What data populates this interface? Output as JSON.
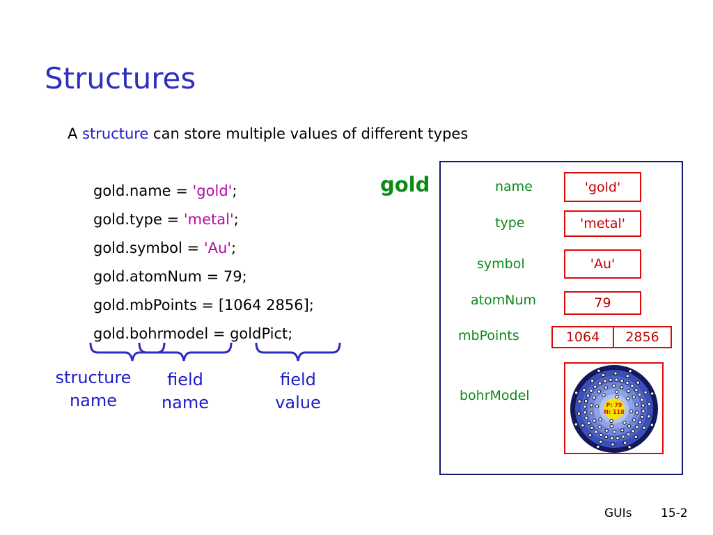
{
  "slide": {
    "title": "Structures",
    "intro": {
      "before": "A ",
      "keyword": "structure",
      "after": " can store multiple values of different types"
    },
    "code": [
      {
        "prefix": "gold.name = ",
        "string": "'gold'",
        "suffix": ";"
      },
      {
        "prefix": "gold.type = ",
        "string": "'metal'",
        "suffix": ";"
      },
      {
        "prefix": "gold.symbol = ",
        "string": "'Au'",
        "suffix": ";"
      },
      {
        "prefix": "gold.atomNum = 79;",
        "string": "",
        "suffix": ""
      },
      {
        "prefix": "gold.mbPoints = [1064  2856];",
        "string": "",
        "suffix": ""
      },
      {
        "prefix": "gold.bohrmodel = goldPict;",
        "string": "",
        "suffix": ""
      }
    ],
    "annotations": {
      "structure_name": [
        "structure",
        "name"
      ],
      "field_name": [
        "field",
        "name"
      ],
      "field_value": [
        "field",
        "value"
      ]
    },
    "diagram": {
      "struct_label": "gold",
      "fields": {
        "name": {
          "label": "name",
          "value": "'gold'"
        },
        "type": {
          "label": "type",
          "value": "'metal'"
        },
        "symbol": {
          "label": "symbol",
          "value": "'Au'"
        },
        "atomNum": {
          "label": "atomNum",
          "value": "79"
        },
        "mbPoints": {
          "label": "mbPoints",
          "values": [
            "1064",
            "2856"
          ]
        },
        "bohrModel": {
          "label": "bohrModel",
          "nucleus": [
            "P: 79",
            "N: 118"
          ]
        }
      }
    },
    "footer": {
      "section": "GUIs",
      "page": "15-2"
    },
    "colors": {
      "title": "#2e2ebf",
      "keyword": "#1d1dc8",
      "string_literal": "#b00aa8",
      "struct_label": "#0c8a17",
      "field_label": "#0c8a17",
      "value_border": "#dd0a0a",
      "value_text": "#c00000",
      "diagram_frame": "#12186e"
    }
  }
}
